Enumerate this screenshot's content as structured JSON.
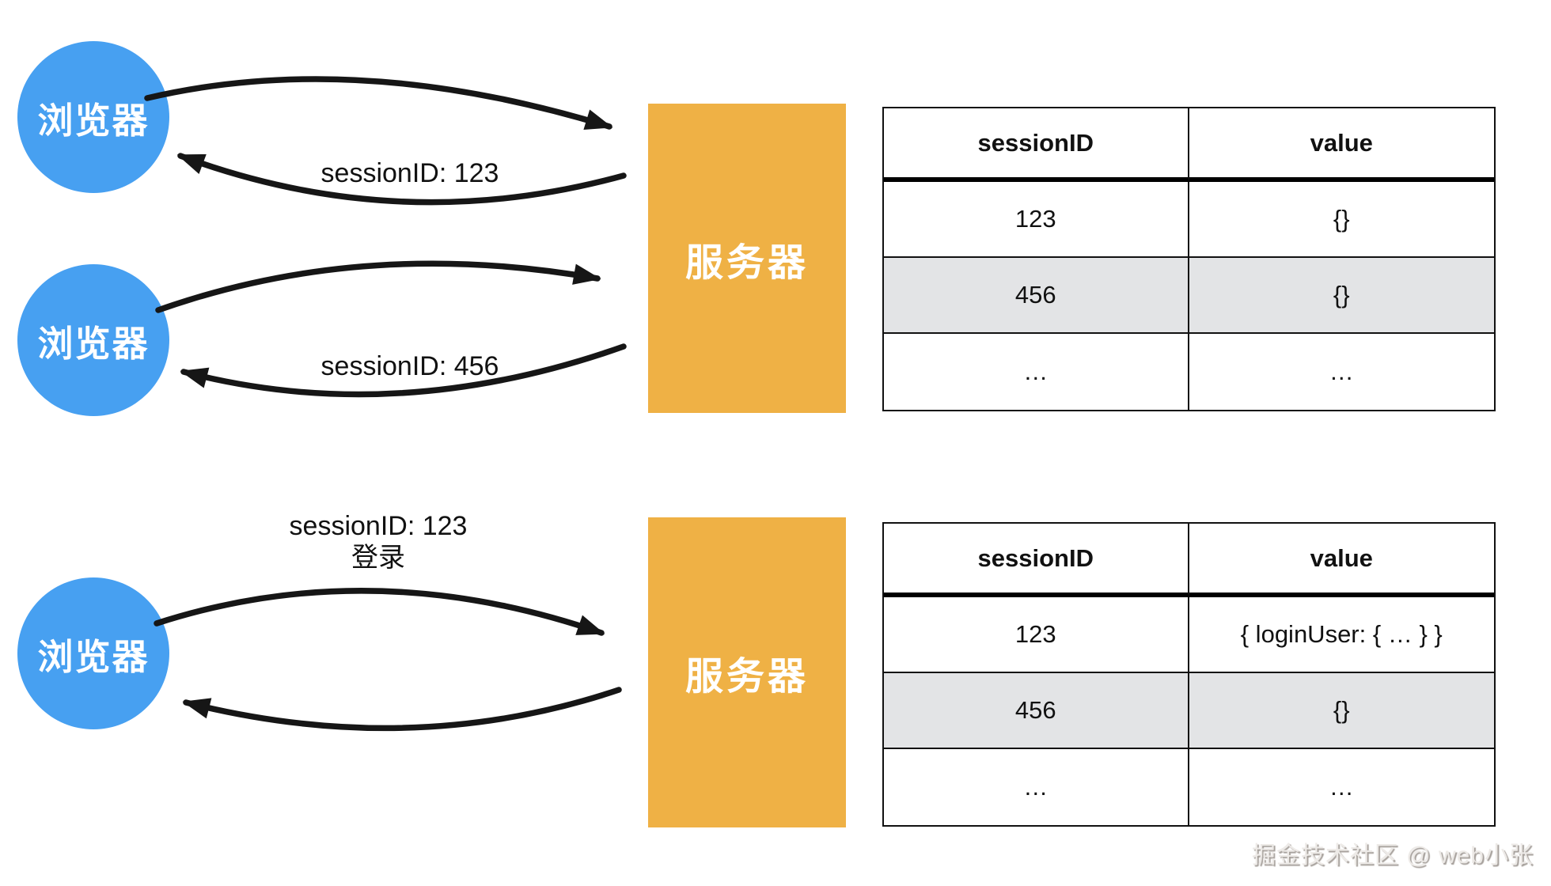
{
  "nodes": {
    "browser_label": "浏览器",
    "server_label": "服务器"
  },
  "flows": {
    "top_pair_1_label": "sessionID: 123",
    "top_pair_2_label": "sessionID: 456",
    "bottom_pair_label_line1": "sessionID: 123",
    "bottom_pair_label_line2": "登录"
  },
  "tables": [
    {
      "headers": [
        "sessionID",
        "value"
      ],
      "rows": [
        [
          "123",
          "{}"
        ],
        [
          "456",
          "{}"
        ],
        [
          "…",
          "…"
        ]
      ]
    },
    {
      "headers": [
        "sessionID",
        "value"
      ],
      "rows": [
        [
          "123",
          "{ loginUser: { … } }"
        ],
        [
          "456",
          "{}"
        ],
        [
          "…",
          "…"
        ]
      ]
    }
  ],
  "watermark": "掘金技术社区 @ web小张",
  "colors": {
    "browser_blue": "#47a0f1",
    "server_orange": "#efb145",
    "row_alt_gray": "#e3e4e6",
    "ink_black": "#161616"
  }
}
